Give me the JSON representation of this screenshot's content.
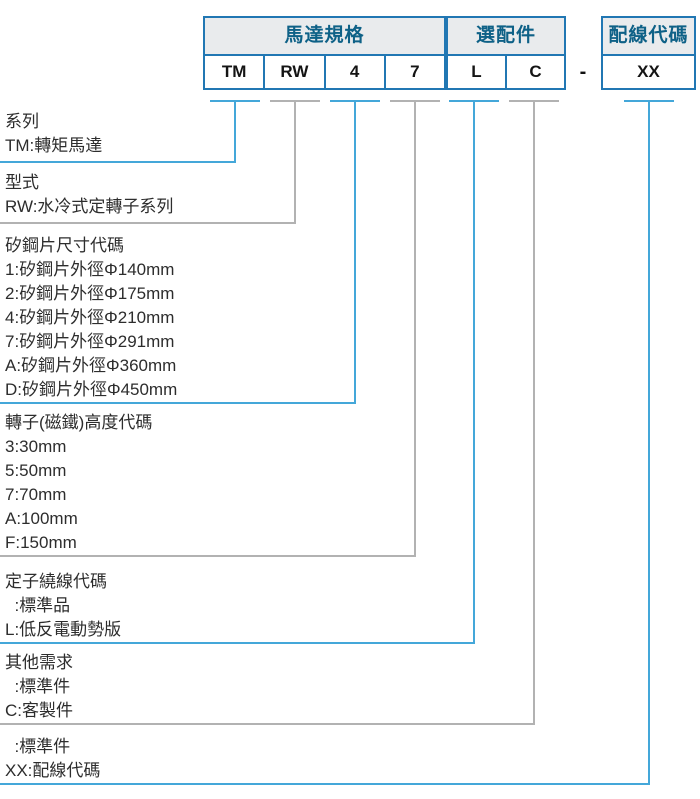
{
  "title_groups": [
    {
      "label": "馬達規格",
      "cells": [
        "TM",
        "RW",
        "4",
        "7"
      ]
    },
    {
      "label": "選配件",
      "cells": [
        "L",
        "C"
      ]
    },
    {
      "label": "配線代碼",
      "cells": [
        "XX"
      ]
    }
  ],
  "separator": "-",
  "sections": [
    {
      "title": "系列",
      "items": [
        "TM:轉矩馬達"
      ],
      "accent": "blue"
    },
    {
      "title": "型式",
      "items": [
        "RW:水冷式定轉子系列"
      ],
      "accent": "gray"
    },
    {
      "title": "矽鋼片尺寸代碼",
      "items": [
        "1:矽鋼片外徑Φ140mm",
        "2:矽鋼片外徑Φ175mm",
        "4:矽鋼片外徑Φ210mm",
        "7:矽鋼片外徑Φ291mm",
        "A:矽鋼片外徑Φ360mm",
        "D:矽鋼片外徑Φ450mm"
      ],
      "accent": "blue"
    },
    {
      "title": "轉子(磁鐵)高度代碼",
      "items": [
        "3:30mm",
        "5:50mm",
        "7:70mm",
        "A:100mm",
        "F:150mm"
      ],
      "accent": "gray"
    },
    {
      "title": "定子繞線代碼",
      "items": [
        "  :標準品",
        "L:低反電動勢版"
      ],
      "accent": "blue"
    },
    {
      "title": "其他需求",
      "items": [
        "  :標準件",
        "C:客製件"
      ],
      "accent": "gray"
    },
    {
      "title": "",
      "items": [
        "  :標準件",
        "XX:配線代碼"
      ],
      "accent": "blue"
    }
  ],
  "colors": {
    "table_border": "#2177b3",
    "header_bg": "#e9ebed",
    "header_text": "#0e6187",
    "line_blue": "#44a7d9",
    "line_gray": "#b2b2b2",
    "body_text": "#2d2d2d"
  }
}
